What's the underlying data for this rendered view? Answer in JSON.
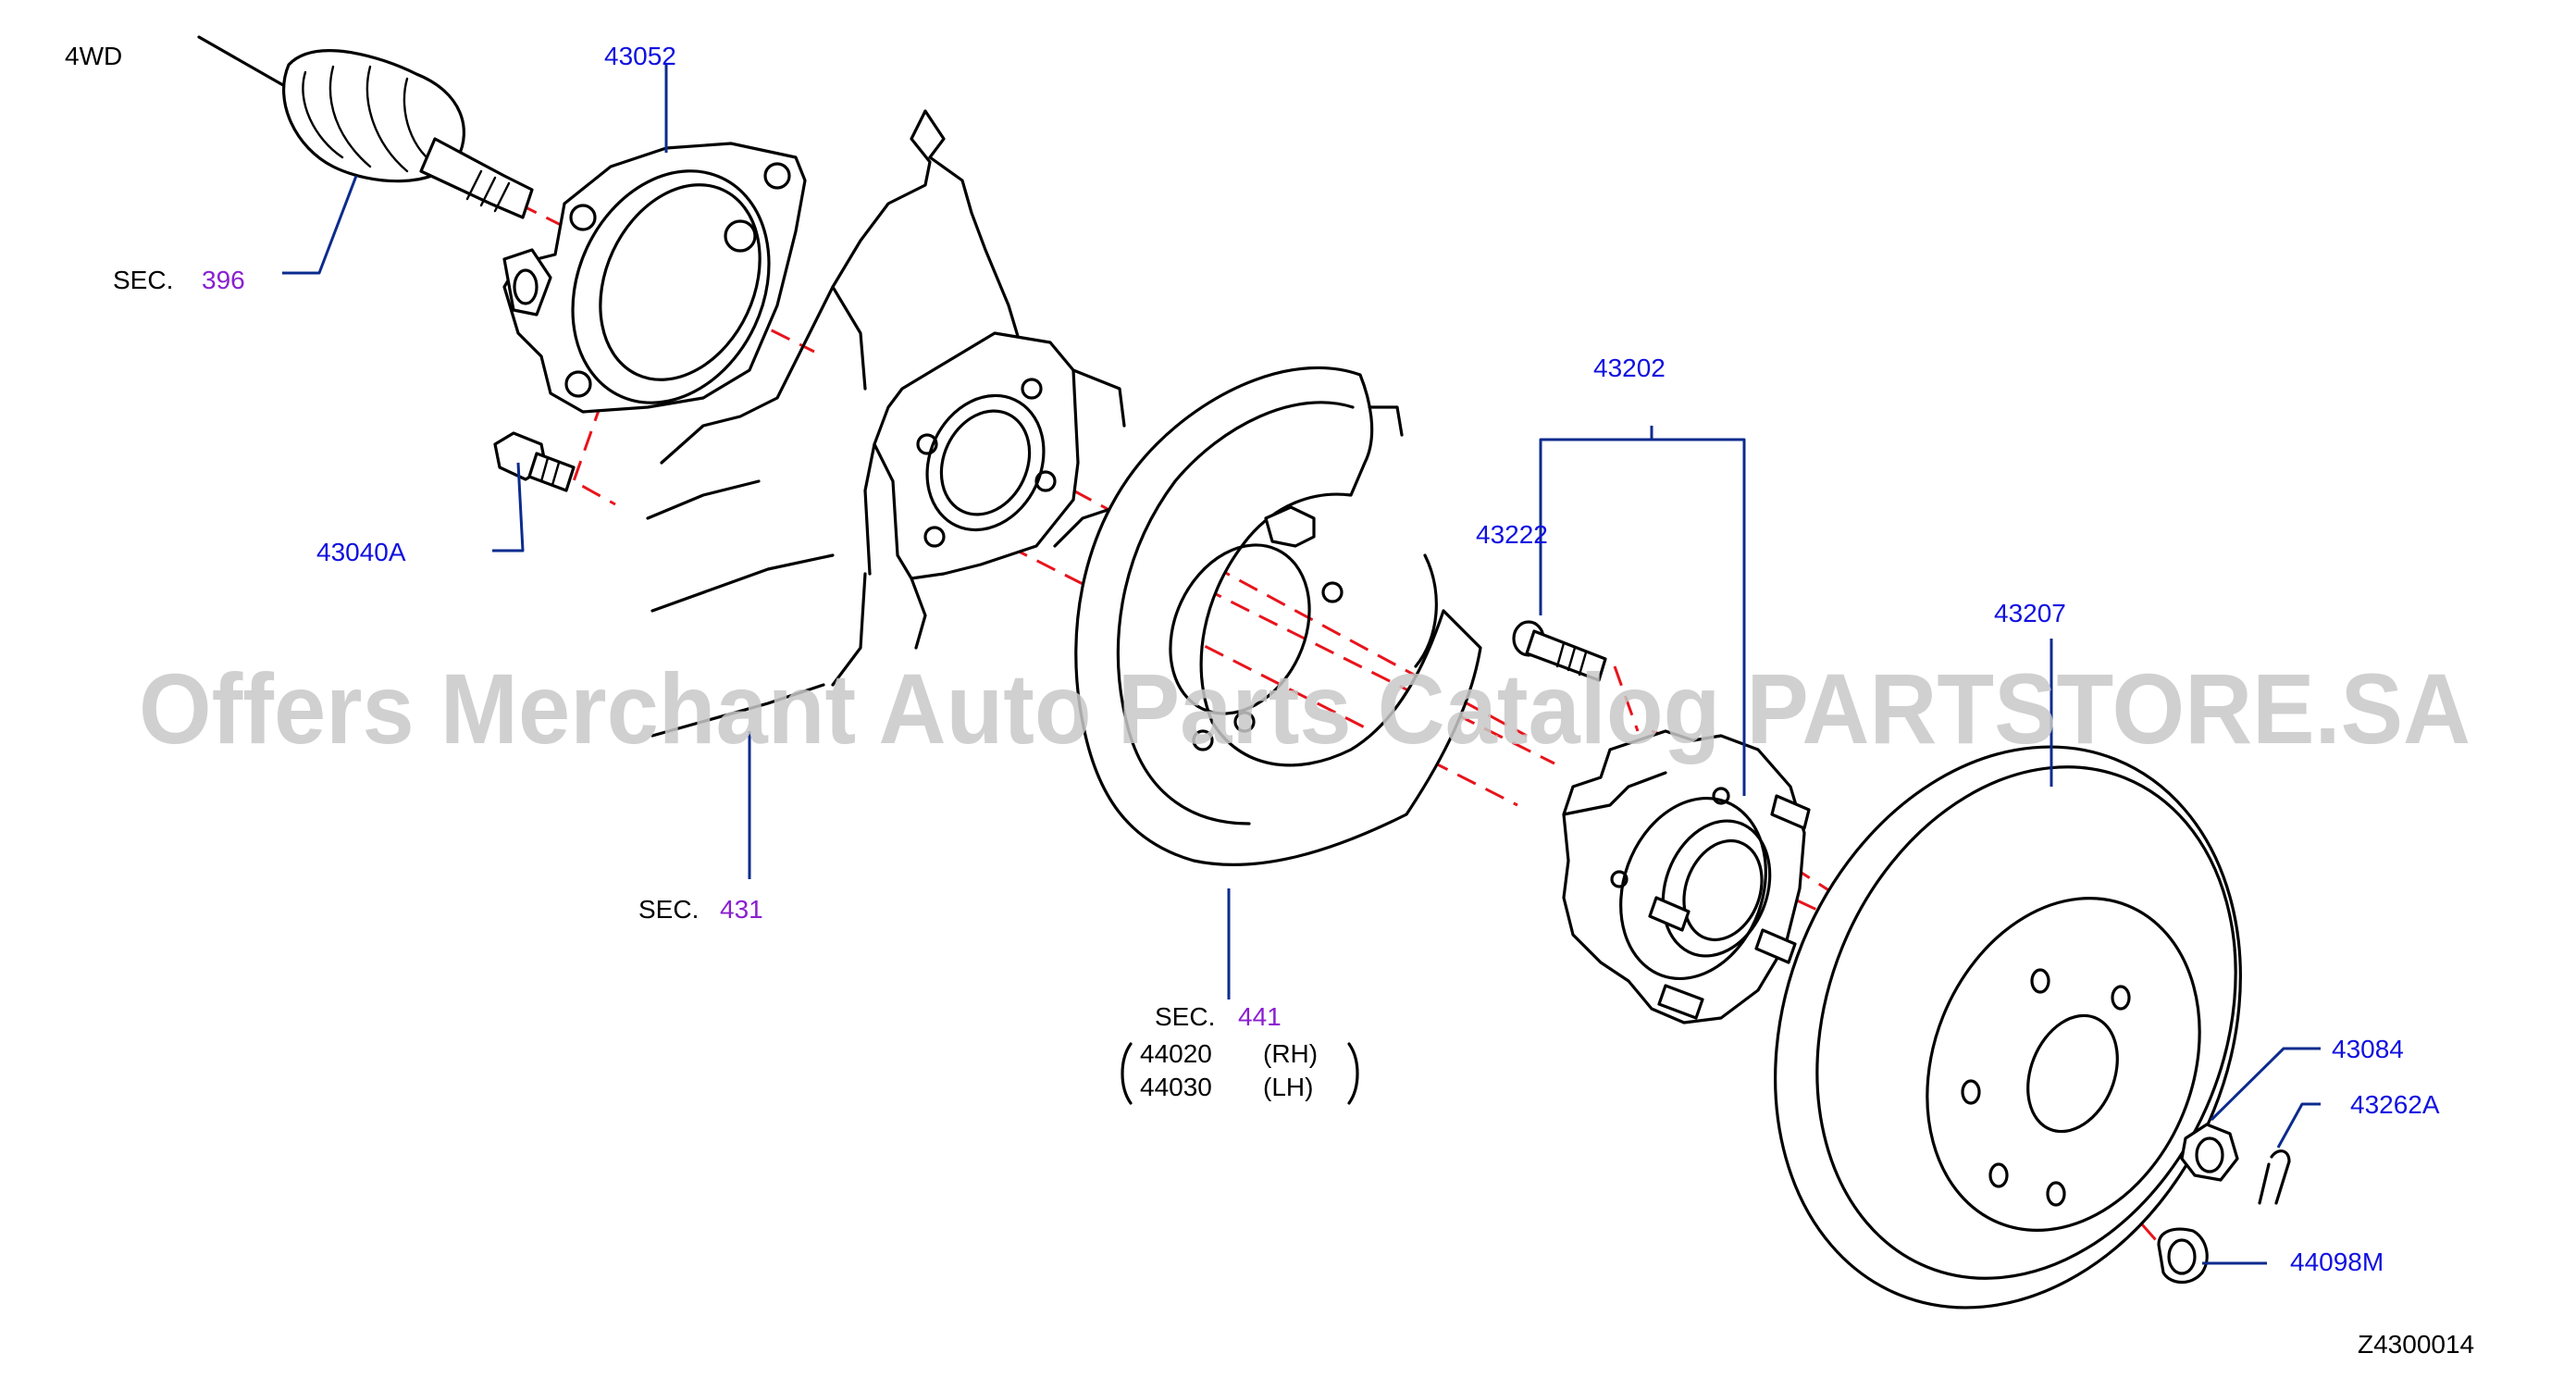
{
  "diagram": {
    "variant_label": "4WD",
    "figure_code": "Z4300014",
    "watermark": "Offers Merchant Auto Parts Catalog PARTSTORE.SA",
    "sec_prefix": "SEC.",
    "section_refs": [
      "396",
      "431",
      "441"
    ],
    "parts": {
      "seal_adapter": "43052",
      "bolt": "43040A",
      "hub_assembly": "43202",
      "hub_bolt": "43222",
      "disc_rotor": "43207",
      "nut": "43084",
      "cotter_pin": "43262A",
      "cap": "44098M"
    },
    "baffle_plate": {
      "rh_number": "44020",
      "rh_side": "(RH)",
      "lh_number": "44030",
      "lh_side": "(LH)"
    },
    "colors": {
      "part_numbers": "#1010e0",
      "section_refs": "#8a1fd0",
      "leaders": "#0b2b8e",
      "axis_lines": "#e8141b"
    }
  }
}
